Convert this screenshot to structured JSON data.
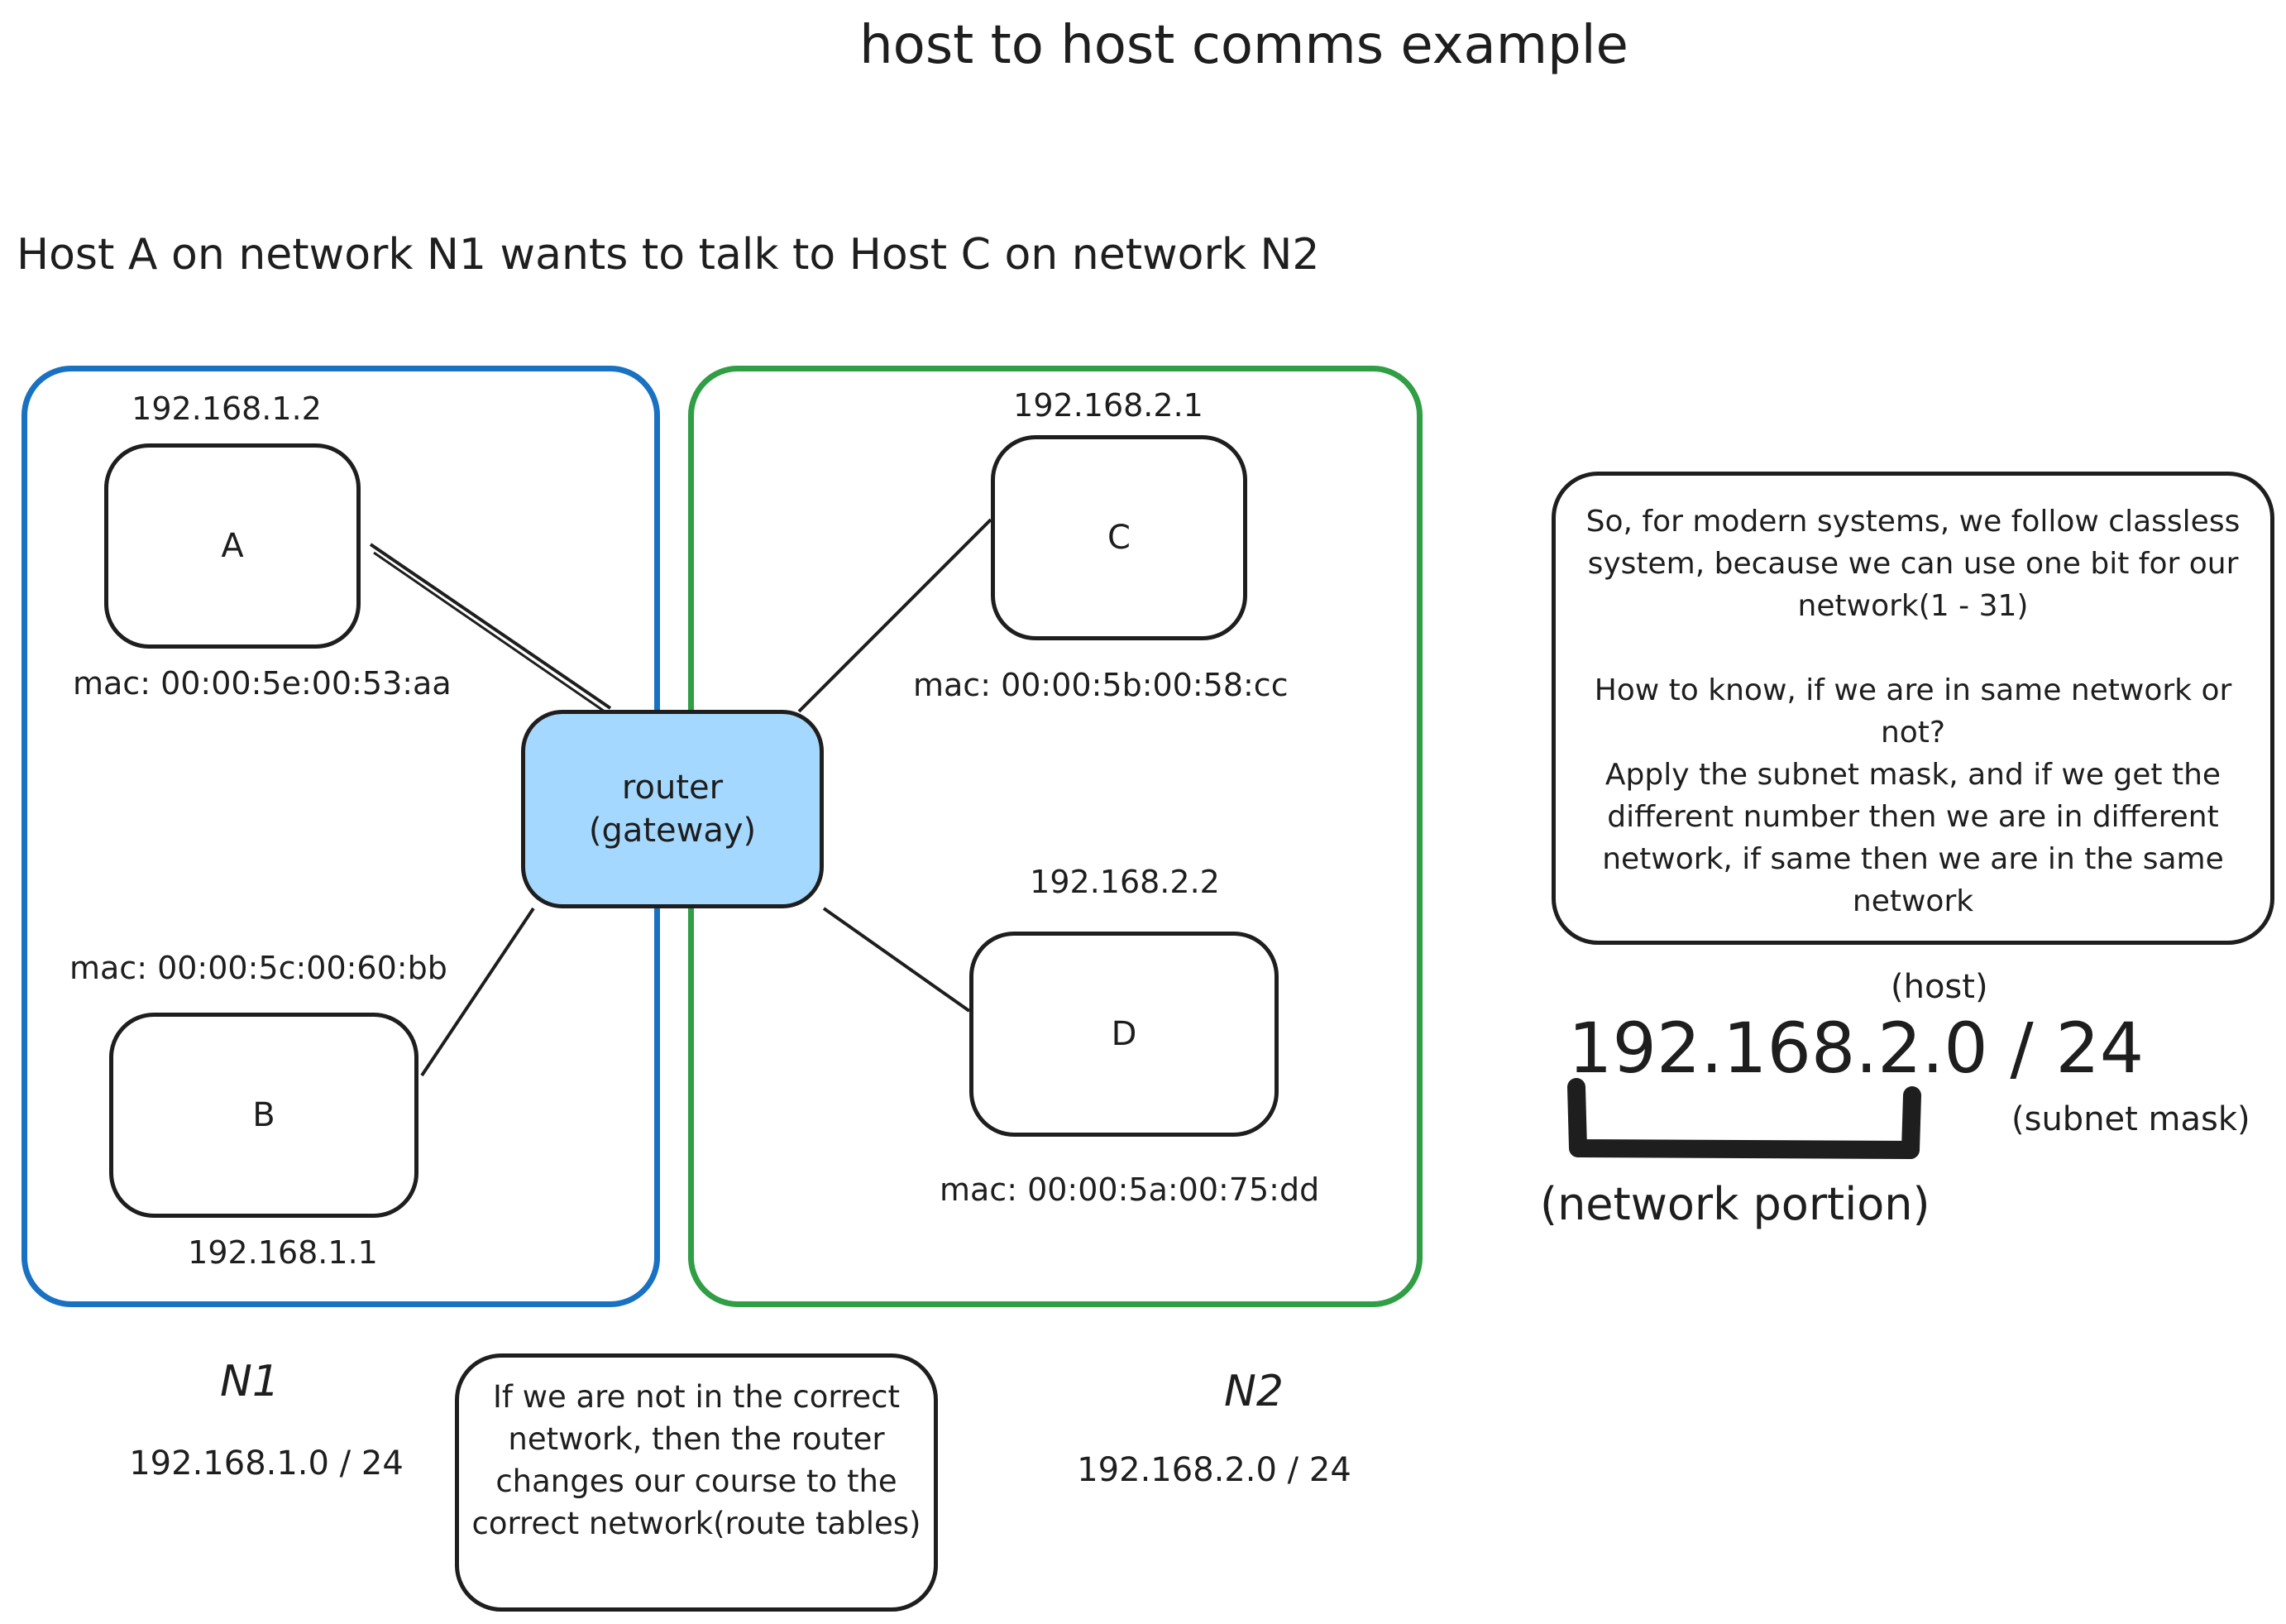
{
  "title": "host to host comms example",
  "subtitle": "Host A on network N1 wants to talk to Host C on network N2",
  "colors": {
    "n1_border": "#1971c2",
    "n2_border": "#2f9e44",
    "router_fill": "#a5d8ff",
    "stroke": "#1e1e1e"
  },
  "networks": {
    "n1": {
      "label": "N1",
      "cidr": "192.168.1.0 / 24"
    },
    "n2": {
      "label": "N2",
      "cidr": "192.168.2.0 / 24"
    }
  },
  "hosts": {
    "a": {
      "label": "A",
      "ip": "192.168.1.2",
      "mac": "mac: 00:00:5e:00:53:aa"
    },
    "b": {
      "label": "B",
      "ip": "192.168.1.1",
      "mac": "mac: 00:00:5c:00:60:bb"
    },
    "c": {
      "label": "C",
      "ip": "192.168.2.1",
      "mac": "mac: 00:00:5b:00:58:cc"
    },
    "d": {
      "label": "D",
      "ip": "192.168.2.2",
      "mac": "mac: 00:00:5a:00:75:dd"
    }
  },
  "router": {
    "line1": "router",
    "line2": "(gateway)"
  },
  "notes": {
    "classless": {
      "para1": "So, for modern systems, we follow classless system, because we can use one bit for our network(1 - 31)",
      "para2": "How to know, if we are in same network or not?",
      "para3": "Apply the subnet mask, and if we get the different number then we are in different network, if same then we are in the same network"
    },
    "routing": "If we are not in the correct network, then the router changes our course to the correct network(route tables)"
  },
  "cidr_explainer": {
    "address": "192.168.2.0 / 24",
    "host_label": "(host)",
    "mask_label": "(subnet mask)",
    "network_label": "(network portion)"
  }
}
